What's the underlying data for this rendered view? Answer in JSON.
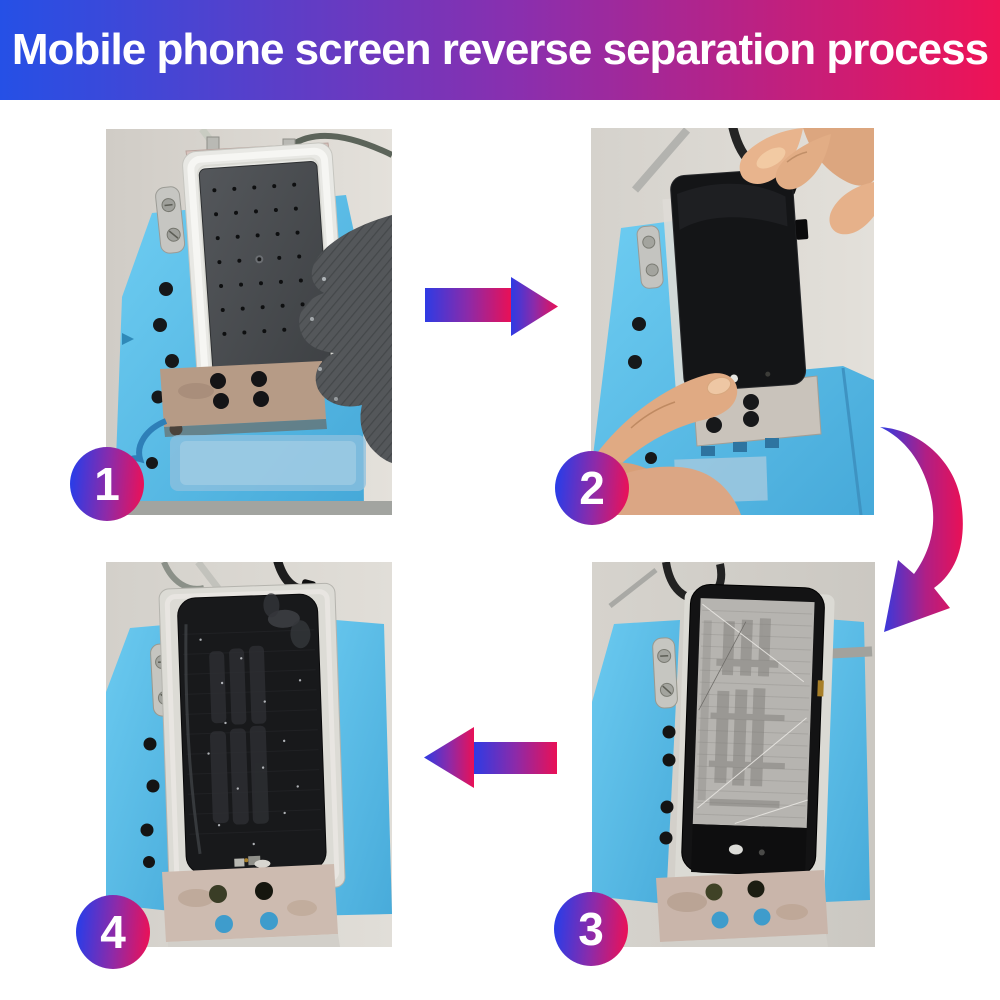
{
  "header": {
    "title": "Mobile phone screen reverse separation process"
  },
  "steps": [
    {
      "number": "1",
      "alt": "Separator machine with perforated black pad held by gloved hand"
    },
    {
      "number": "2",
      "alt": "Two hands lifting a black phone screen above the separator machine"
    },
    {
      "number": "3",
      "alt": "Phone screen with gray glue residue clamped on the separator machine"
    },
    {
      "number": "4",
      "alt": "Dark wet separated screen mounted on the separator machine"
    }
  ],
  "arrows": [
    {
      "name": "step-1-to-step-2",
      "direction": "right"
    },
    {
      "name": "step-2-to-step-3",
      "direction": "curved-down"
    },
    {
      "name": "step-3-to-step-4",
      "direction": "left"
    }
  ],
  "colors": {
    "gradient_blue": "#2c3ce6",
    "gradient_purple": "#8e2aa8",
    "gradient_pink": "#ea1158",
    "machine_blue": "#55b9e6",
    "background": "#ffffff"
  }
}
